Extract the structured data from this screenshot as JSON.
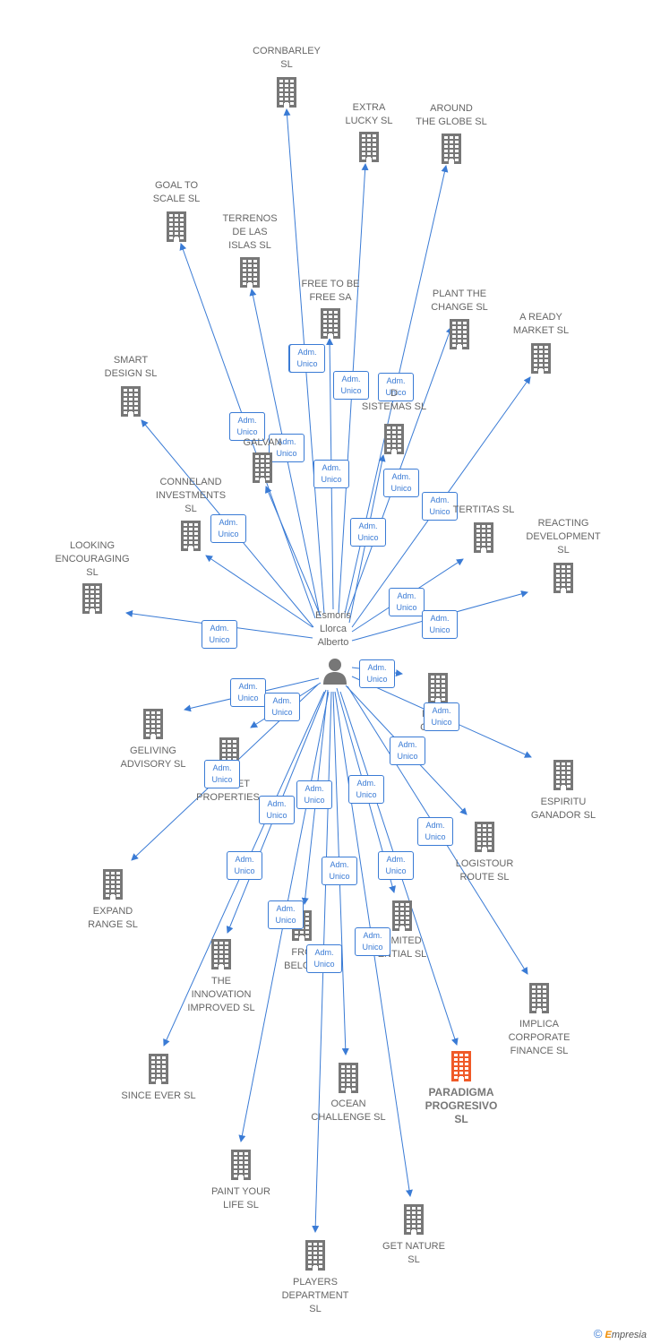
{
  "center": {
    "name": "Esmoris\nLlorca\nAlberto"
  },
  "relation_label": "Adm.\nUnico",
  "colors": {
    "edge": "#3a7bd5",
    "building": "#777777",
    "highlight": "#f05a28"
  },
  "companies": [
    {
      "name": "CORNBARLEY\nSL"
    },
    {
      "name": "EXTRA\nLUCKY  SL"
    },
    {
      "name": "AROUND\nTHE GLOBE  SL"
    },
    {
      "name": "GOAL TO\nSCALE  SL"
    },
    {
      "name": "TERRENOS\nDE LAS\nISLAS  SL"
    },
    {
      "name": "FREE TO BE\nFREE SA"
    },
    {
      "name": "PLANT THE\nCHANGE  SL"
    },
    {
      "name": "A READY\nMARKET  SL"
    },
    {
      "name": "SMART\nDESIGN  SL"
    },
    {
      "name": "D\nSISTEMAS  SL"
    },
    {
      "name": "GALVAN"
    },
    {
      "name": "CONNELAND\nINVESTMENTS\nSL"
    },
    {
      "name": "TERTITAS  SL"
    },
    {
      "name": "REACTING\nDEVELOPMENT\nSL"
    },
    {
      "name": "LOOKING\nENCOURAGING\nSL"
    },
    {
      "name": "NEW    P\nCRE      SL"
    },
    {
      "name": "ESPIRITU\nGANADOR SL"
    },
    {
      "name": "GELIVING\nADVISORY  SL"
    },
    {
      "name": "Y\nMARKET\nPROPERTIES."
    },
    {
      "name": "LOGISTOUR\nROUTE  SL"
    },
    {
      "name": "EXPAND\nRANGE  SL"
    },
    {
      "name": "LIMITED\nENTIAL  SL"
    },
    {
      "name": "FRO\nBELOW"
    },
    {
      "name": "THE\nINNOVATION\nIMPROVED  SL"
    },
    {
      "name": "IMPLICA\nCORPORATE\nFINANCE  SL"
    },
    {
      "name": "SINCE EVER  SL"
    },
    {
      "name": "OCEAN\nCHALLENGE  SL"
    },
    {
      "name": "PARADIGMA\nPROGRESIVO\nSL",
      "highlight": true
    },
    {
      "name": "PAINT YOUR\nLIFE  SL"
    },
    {
      "name": "GET NATURE\nSL"
    },
    {
      "name": "PLAYERS\nDEPARTMENT\nSL"
    }
  ],
  "footer": {
    "copyright": "©",
    "brand_e": "E",
    "brand_rest": "mpresia"
  }
}
